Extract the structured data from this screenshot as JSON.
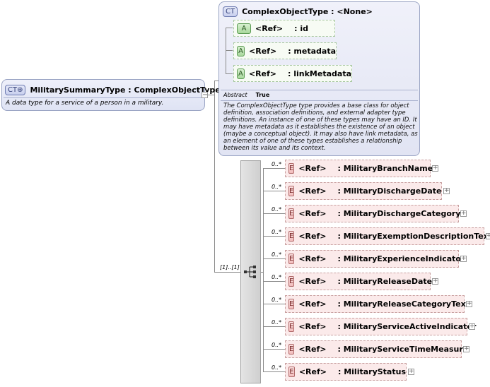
{
  "main_type": {
    "badge": "CT",
    "name": "MilitarySummaryType : ComplexObjectType",
    "documentation": "A data type for a service of a person in a military."
  },
  "base_type": {
    "badge": "CT",
    "name": "ComplexObjectType : <None>",
    "attributes": [
      {
        "badge": "A",
        "ref": "<Ref>",
        "name": ": id"
      },
      {
        "badge": "A",
        "ref": "<Ref>",
        "name": ": metadata"
      },
      {
        "badge": "A",
        "ref": "<Ref>",
        "name": ": linkMetadata"
      }
    ],
    "abstract_label": "Abstract",
    "abstract_value": "True",
    "documentation": "The ComplexObjectType type provides a base class for object definition, association definitions, and external adapter type definitions. An instance of one of these types may have an ID. It may have metadata as it establishes the existence of an object (maybe a conceptual object). It may also have link metadata, as an element of one of these types establishes a relationship between its value and its context."
  },
  "sequence": {
    "multiplicity": "[1]..[1]"
  },
  "elements": [
    {
      "multiplicity": "0..*",
      "badge": "E",
      "ref": "<Ref>",
      "name": ": MilitaryBranchName"
    },
    {
      "multiplicity": "0..*",
      "badge": "E",
      "ref": "<Ref>",
      "name": ": MilitaryDischargeDate"
    },
    {
      "multiplicity": "0..*",
      "badge": "E",
      "ref": "<Ref>",
      "name": ": MilitaryDischargeCategory"
    },
    {
      "multiplicity": "0..*",
      "badge": "E",
      "ref": "<Ref>",
      "name": ": MilitaryExemptionDescriptionText"
    },
    {
      "multiplicity": "0..*",
      "badge": "E",
      "ref": "<Ref>",
      "name": ": MilitaryExperienceIndicator"
    },
    {
      "multiplicity": "0..*",
      "badge": "E",
      "ref": "<Ref>",
      "name": ": MilitaryReleaseDate"
    },
    {
      "multiplicity": "0..*",
      "badge": "E",
      "ref": "<Ref>",
      "name": ": MilitaryReleaseCategoryText"
    },
    {
      "multiplicity": "0..*",
      "badge": "E",
      "ref": "<Ref>",
      "name": ": MilitaryServiceActiveIndicator"
    },
    {
      "multiplicity": "0..*",
      "badge": "E",
      "ref": "<Ref>",
      "name": ": MilitaryServiceTimeMeasure"
    },
    {
      "multiplicity": "0..*",
      "badge": "E",
      "ref": "<Ref>",
      "name": ": MilitaryStatus"
    }
  ],
  "colors": {
    "complex_type_fill": "#dfe3f4",
    "attribute_fill": "#f7fbf4",
    "element_fill": "#fbeaea",
    "connector": "#8a8a8a"
  }
}
